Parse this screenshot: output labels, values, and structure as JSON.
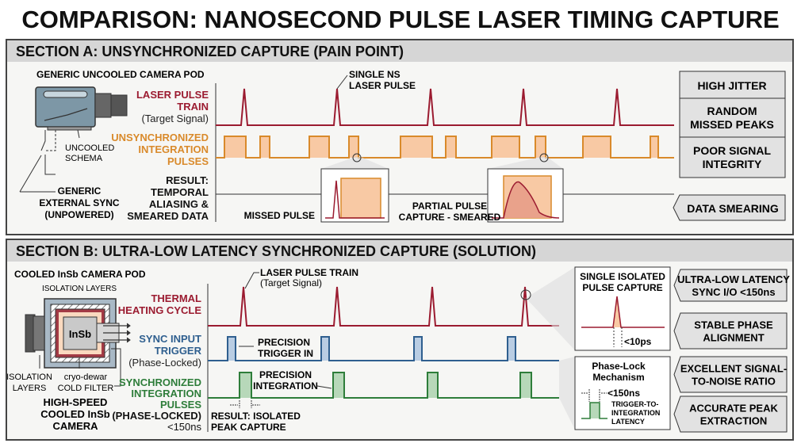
{
  "title": "COMPARISON: NANOSECOND PULSE LASER TIMING CAPTURE",
  "section_a": {
    "header": "SECTION A: UNSYNCHRONIZED CAPTURE (PAIN POINT)",
    "camera_title": "GENERIC UNCOOLED CAMERA POD",
    "uncooled_schema": [
      "UNCOOLED",
      "SCHEMA"
    ],
    "sync_label": [
      "GENERIC",
      "EXTERNAL SYNC",
      "(UNPOWERED)"
    ],
    "laser_label": [
      "LASER PULSE",
      "TRAIN",
      "(Target Signal)"
    ],
    "integration_label": [
      "UNSYNCHRONIZED",
      "INTEGRATION",
      "PULSES"
    ],
    "result_label": [
      "RESULT:",
      "TEMPORAL",
      "ALIASING &",
      "SMEARED DATA"
    ],
    "single_pulse_callout": [
      "SINGLE NS",
      "LASER PULSE"
    ],
    "missed_pulse": "MISSED PULSE",
    "partial_capture": [
      "PARTIAL PULSE",
      "CAPTURE - SMEARED"
    ],
    "issues": [
      [
        "HIGH JITTER"
      ],
      [
        "RANDOM",
        "MISSED PEAKS"
      ],
      [
        "POOR SIGNAL",
        "INTEGRITY"
      ]
    ],
    "data_smearing": "DATA SMEARING"
  },
  "section_b": {
    "header": "SECTION B: ULTRA-LOW LATENCY SYNCHRONIZED CAPTURE (SOLUTION)",
    "camera_title": "COOLED InSb CAMERA POD",
    "isolation_top": "ISOLATION LAYERS",
    "sensor": "InSb",
    "isolation_bottom": [
      "ISOLATION",
      "LAYERS"
    ],
    "cold_filter": [
      "cryo-dewar",
      "COLD FILTER"
    ],
    "camera_name": [
      "HIGH-SPEED",
      "COOLED InSb",
      "CAMERA"
    ],
    "laser_callout": [
      "LASER PULSE TRAIN",
      "(Target Signal)"
    ],
    "thermal_label": [
      "THERMAL",
      "HEATING CYCLE"
    ],
    "sync_label": [
      "SYNC INPUT",
      "TRIGGER",
      "(Phase-Locked)"
    ],
    "sync_callout": [
      "PRECISION",
      "TRIGGER IN"
    ],
    "integration_label": [
      "SYNCHRONIZED",
      "INTEGRATION",
      "PULSES",
      "(PHASE-LOCKED)",
      "<150ns"
    ],
    "integration_callout": [
      "PRECISION",
      "INTEGRATION"
    ],
    "result": [
      "RESULT: ISOLATED",
      "PEAK CAPTURE"
    ],
    "isolated_box": {
      "title": [
        "SINGLE ISOLATED",
        "PULSE CAPTURE"
      ],
      "width": "<10ps"
    },
    "phase_lock_box": {
      "title": [
        "Phase-Lock",
        "Mechanism"
      ],
      "latency": "<150ns",
      "desc": [
        "TRIGGER-TO-",
        "INTEGRATION",
        "LATENCY"
      ]
    },
    "benefits": [
      [
        "ULTRA-LOW LATENCY",
        "SYNC I/O <150ns"
      ],
      [
        "STABLE PHASE",
        "ALIGNMENT"
      ],
      [
        "EXCELLENT SIGNAL-",
        "TO-NOISE RATIO"
      ],
      [
        "ACCURATE PEAK",
        "EXTRACTION"
      ]
    ]
  },
  "colors": {
    "laser": "#9b1b30",
    "orange": "#d98a2b",
    "orange_fill": "#f8c9a4",
    "blue": "#2f5f8f",
    "blue_fill": "#b9cde3",
    "green": "#2e7d3a",
    "green_fill": "#b7d8b9",
    "header_bg": "#d6d6d6"
  }
}
